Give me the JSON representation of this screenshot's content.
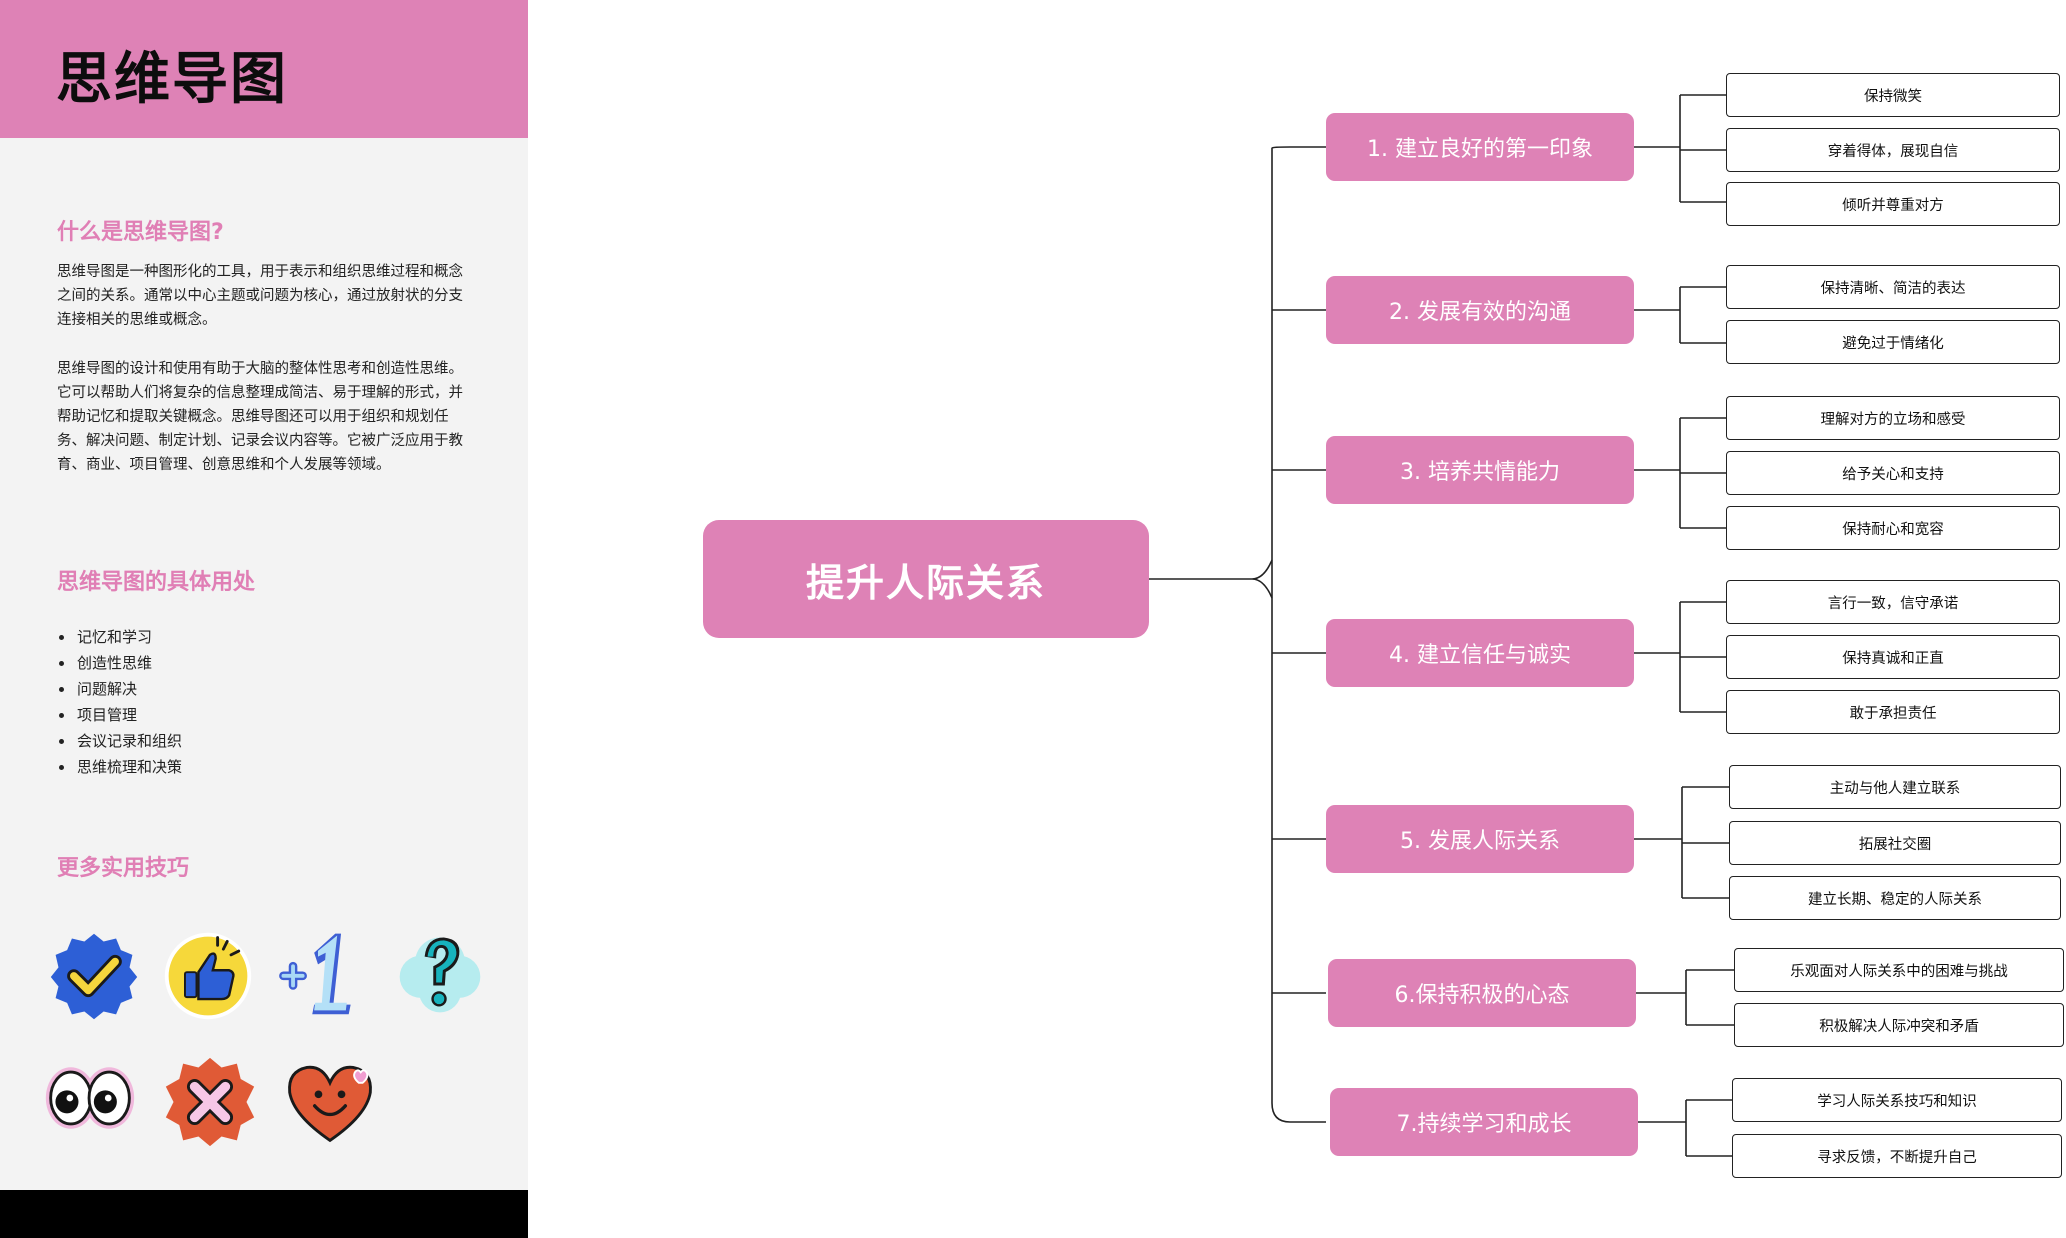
{
  "sidebar": {
    "title": "思维导图",
    "what_heading": "什么是思维导图?",
    "what_p1": "思维导图是一种图形化的工具，用于表示和组织思维过程和概念之间的关系。通常以中心主题或问题为核心，通过放射状的分支连接相关的思维或概念。",
    "what_p2": "思维导图的设计和使用有助于大脑的整体性思考和创造性思维。它可以帮助人们将复杂的信息整理成简洁、易于理解的形式，并帮助记忆和提取关键概念。思维导图还可以用于组织和规划任务、解决问题、制定计划、记录会议内容等。它被广泛应用于教育、商业、项目管理、创意思维和个人发展等领域。",
    "uses_heading": "思维导图的具体用处",
    "uses": [
      "记忆和学习",
      "创造性思维",
      "问题解决",
      "项目管理",
      "会议记录和组织",
      "思维梳理和决策"
    ],
    "tips_heading": "更多实用技巧",
    "stickers": [
      "check-badge-icon",
      "thumbs-up-icon",
      "plus-one-icon",
      "question-mark-icon",
      "eyes-icon",
      "x-badge-icon",
      "smiling-heart-icon"
    ]
  },
  "mindmap": {
    "center": "提升人际关系",
    "colors": {
      "node": "#de82b6",
      "line": "#222222"
    },
    "branches": [
      {
        "label": "1. 建立良好的第一印象",
        "leaves": [
          "保持微笑",
          "穿着得体，展现自信",
          "倾听并尊重对方"
        ]
      },
      {
        "label": "2. 发展有效的沟通",
        "leaves": [
          "保持清晰、简洁的表达",
          "避免过于情绪化"
        ]
      },
      {
        "label": "3. 培养共情能力",
        "leaves": [
          "理解对方的立场和感受",
          "给予关心和支持",
          "保持耐心和宽容"
        ]
      },
      {
        "label": "4. 建立信任与诚实",
        "leaves": [
          "言行一致，信守承诺",
          "保持真诚和正直",
          "敢于承担责任"
        ]
      },
      {
        "label": "5. 发展人际关系",
        "leaves": [
          "主动与他人建立联系",
          "拓展社交圈",
          "建立长期、稳定的人际关系"
        ]
      },
      {
        "label": "6.保持积极的心态",
        "leaves": [
          "乐观面对人际关系中的困难与挑战",
          "积极解决人际冲突和矛盾"
        ]
      },
      {
        "label": "7.持续学习和成长",
        "leaves": [
          "学习人际关系技巧和知识",
          "寻求反馈，不断提升自己"
        ]
      }
    ]
  }
}
